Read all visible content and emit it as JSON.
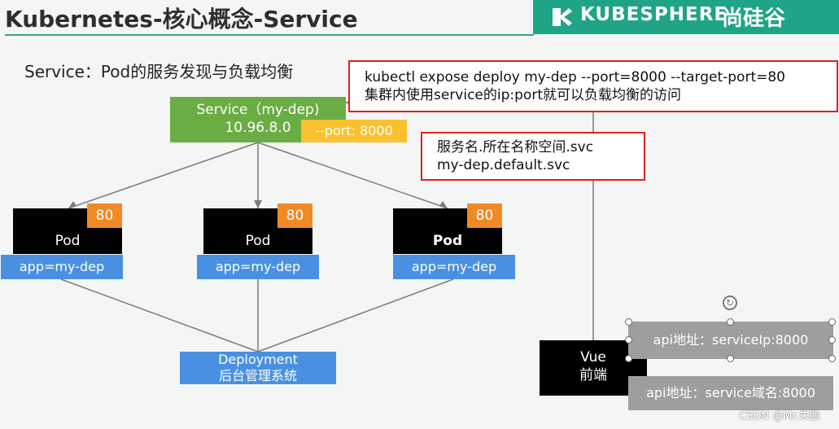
{
  "header": {
    "title": "Kubernetes-核心概念-Service",
    "brand_name": "KUBESPHERE",
    "brand_partner": "尚硅谷",
    "colors": {
      "brand": "#1fa487",
      "title_underline": "#3aa28c"
    }
  },
  "subtitle": "Service：Pod的服务发现与负载均衡",
  "service": {
    "name": "Service（my-dep)",
    "ip": "10.96.8.0",
    "port_tag": "--port: 8000",
    "color": "#6aad45"
  },
  "pods": [
    {
      "label": "Pod",
      "port": "80",
      "app_tag": "app=my-dep"
    },
    {
      "label": "Pod",
      "port": "80",
      "app_tag": "app=my-dep"
    },
    {
      "label": "Pod",
      "port": "80",
      "app_tag": "app=my-dep"
    }
  ],
  "deployment": {
    "line1": "Deployment",
    "line2": "后台管理系统"
  },
  "command_note": {
    "line1": "kubectl expose deploy my-dep --port=8000 --target-port=80",
    "line2": "集群内使用service的ip:port就可以负载均衡的访问"
  },
  "dns_note": {
    "line1": "服务名.所在名称空间.svc",
    "line2": "my-dep.default.svc"
  },
  "frontend": {
    "line1": "Vue",
    "line2": "前端"
  },
  "api_labels": [
    {
      "text": "api地址：serviceIp:8000"
    },
    {
      "text": "api地址：service域名:8000"
    }
  ],
  "watermark": "CSDN @Mr.朱鹏",
  "icons": {
    "rotate": "rotate-handle-icon",
    "logo": "kubesphere-logo-icon"
  }
}
